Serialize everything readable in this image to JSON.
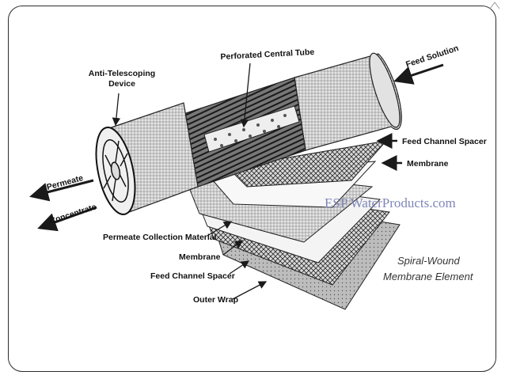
{
  "labels": {
    "anti_telescoping_device_line1": "Anti-Telescoping",
    "anti_telescoping_device_line2": "Device",
    "perforated_central_tube": "Perforated Central Tube",
    "feed_solution": "Feed Solution",
    "feed_channel_spacer_right": "Feed Channel Spacer",
    "membrane_right": "Membrane",
    "permeate": "Permeate",
    "concentrate": "Concentrate",
    "permeate_collection_material": "Permeate Collection Material",
    "membrane_left": "Membrane",
    "feed_channel_spacer_left": "Feed Channel Spacer",
    "outer_wrap": "Outer Wrap",
    "caption_line1": "Spiral-Wound",
    "caption_line2": "Membrane Element"
  },
  "watermark": "ESP WaterProducts.com",
  "colors": {
    "ink": "#1a1a1a",
    "watermark": "#7f86b8",
    "mesh_fill": "#cfcfcf",
    "sheet_fill": "#f7f7f7"
  }
}
